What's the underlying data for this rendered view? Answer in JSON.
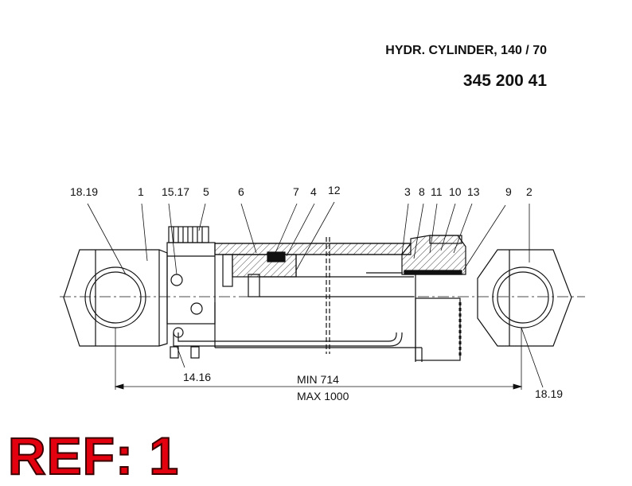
{
  "header": {
    "title": "HYDR. CYLINDER, 140 / 70",
    "part_number": "345 200 41"
  },
  "ref_label": "REF: 1",
  "callouts": {
    "c_18_19_left": "18.19",
    "c_1": "1",
    "c_15_17": "15.17",
    "c_5": "5",
    "c_6": "6",
    "c_7": "7",
    "c_4": "4",
    "c_12": "12",
    "c_3": "3",
    "c_8": "8",
    "c_11": "11",
    "c_10": "10",
    "c_13": "13",
    "c_9": "9",
    "c_2": "2",
    "c_14_16": "14.16",
    "c_18_19_right": "18.19"
  },
  "dimensions": {
    "min": "MIN 714",
    "max": "MAX 1000"
  },
  "colors": {
    "line": "#111111",
    "ref_text": "#e3000f"
  }
}
